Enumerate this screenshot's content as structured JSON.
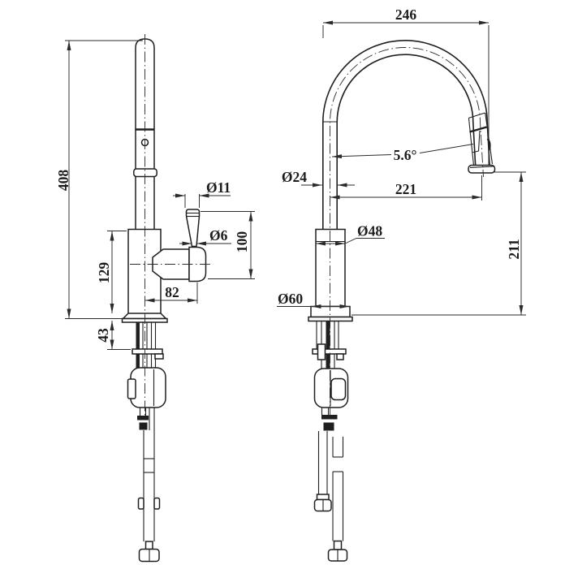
{
  "drawing": {
    "type": "technical-dimension-drawing",
    "subject": "pull-out gooseneck kitchen faucet, side and front elevation",
    "line_color": "#1f1f1f",
    "background": "#ffffff",
    "dims": {
      "overall_height": "408",
      "body_height": "129",
      "under_deck_gap": "43",
      "handle_offset": "82",
      "handle_knob_dia": "Ø11",
      "handle_stem_dia": "Ø6",
      "handle_height": "100",
      "spout_width": "246",
      "spray_angle": "5.6°",
      "spout_tube_dia": "Ø24",
      "spout_reach": "221",
      "body_dia": "Ø48",
      "base_dia": "Ø60",
      "outlet_height": "211"
    }
  }
}
